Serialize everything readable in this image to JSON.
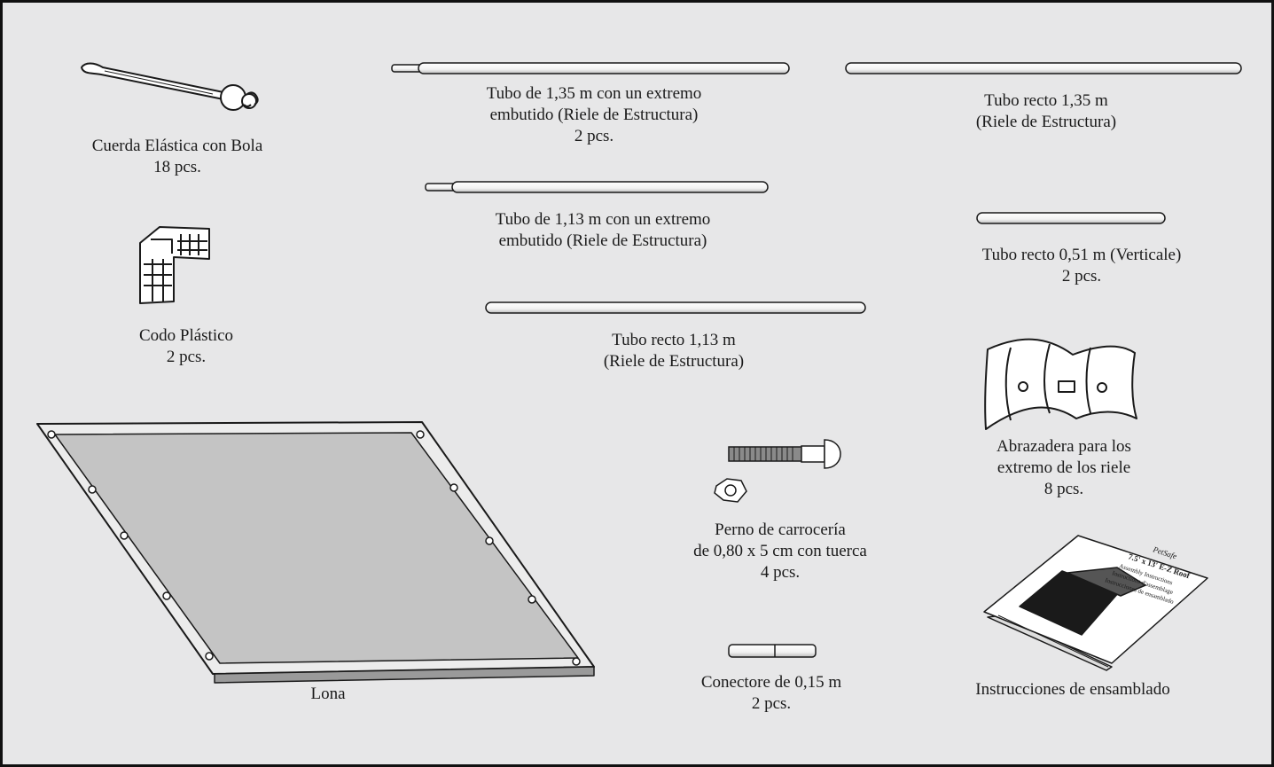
{
  "parts": {
    "bungee": {
      "name": "Cuerda Elástica con Bola",
      "qty": "18 pcs."
    },
    "elbow": {
      "name": "Codo Plástico",
      "qty": "2 pcs."
    },
    "tarp": {
      "name": "Lona"
    },
    "tube_135_swaged": {
      "line1": "Tubo de 1,35 m con un extremo",
      "line2": "embutido (Riele de Estructura)",
      "qty": "2 pcs."
    },
    "tube_113_swaged": {
      "line1": "Tubo de 1,13 m con un extremo",
      "line2": "embutido (Riele de Estructura)"
    },
    "tube_113_straight": {
      "line1": "Tubo recto 1,13 m",
      "line2": "(Riele de Estructura)"
    },
    "tube_135_straight": {
      "line1": "Tubo recto 1,35 m",
      "line2": "(Riele de Estructura)"
    },
    "tube_051": {
      "line1": "Tubo recto 0,51 m (Verticale)",
      "qty": "2 pcs."
    },
    "bolt": {
      "line1": "Perno de carrocería",
      "line2": "de 0,80 x 5 cm con tuerca",
      "qty": "4 pcs."
    },
    "connector": {
      "line1": "Conectore de 0,15 m",
      "qty": "2 pcs."
    },
    "clamp": {
      "line1": "Abrazadera para los",
      "line2": "extremo de los riele",
      "qty": "8 pcs."
    },
    "manual": {
      "name": "Instrucciones de ensamblado",
      "cover_brand": "PetSafe",
      "cover_title": "7.5' x 13' E-Z Roof",
      "cover_line1": "Assembly Instructions",
      "cover_line2": "Instructions d'assemblage",
      "cover_line3": "Instrucciones de ensamblado"
    }
  },
  "colors": {
    "background": "#e7e7e8",
    "frame": "#111111",
    "tarp": "#c4c4c4",
    "line": "#1a1a1a"
  }
}
